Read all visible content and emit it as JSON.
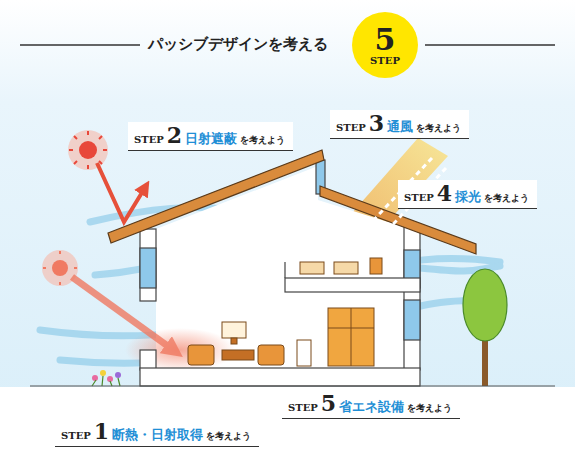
{
  "diagram": {
    "title": "パッシブデザインを考える",
    "nodes": [
      {
        "text": [
          "5",
          "STEP"
        ]
      },
      {
        "text": [
          "STEP",
          "2",
          "日射遮蔽",
          "を考えよう"
        ]
      },
      {
        "text": [
          "STEP",
          "3",
          "通風",
          "を考えよう"
        ]
      },
      {
        "text": [
          "STEP",
          "4",
          "採光",
          "を考えよう"
        ]
      },
      {
        "text": [
          "STEP",
          "5",
          "省エネ設備",
          "を考えよう"
        ]
      },
      {
        "text": [
          "STEP",
          "1",
          "断熱・日射取得",
          "を考えよう"
        ]
      }
    ]
  }
}
